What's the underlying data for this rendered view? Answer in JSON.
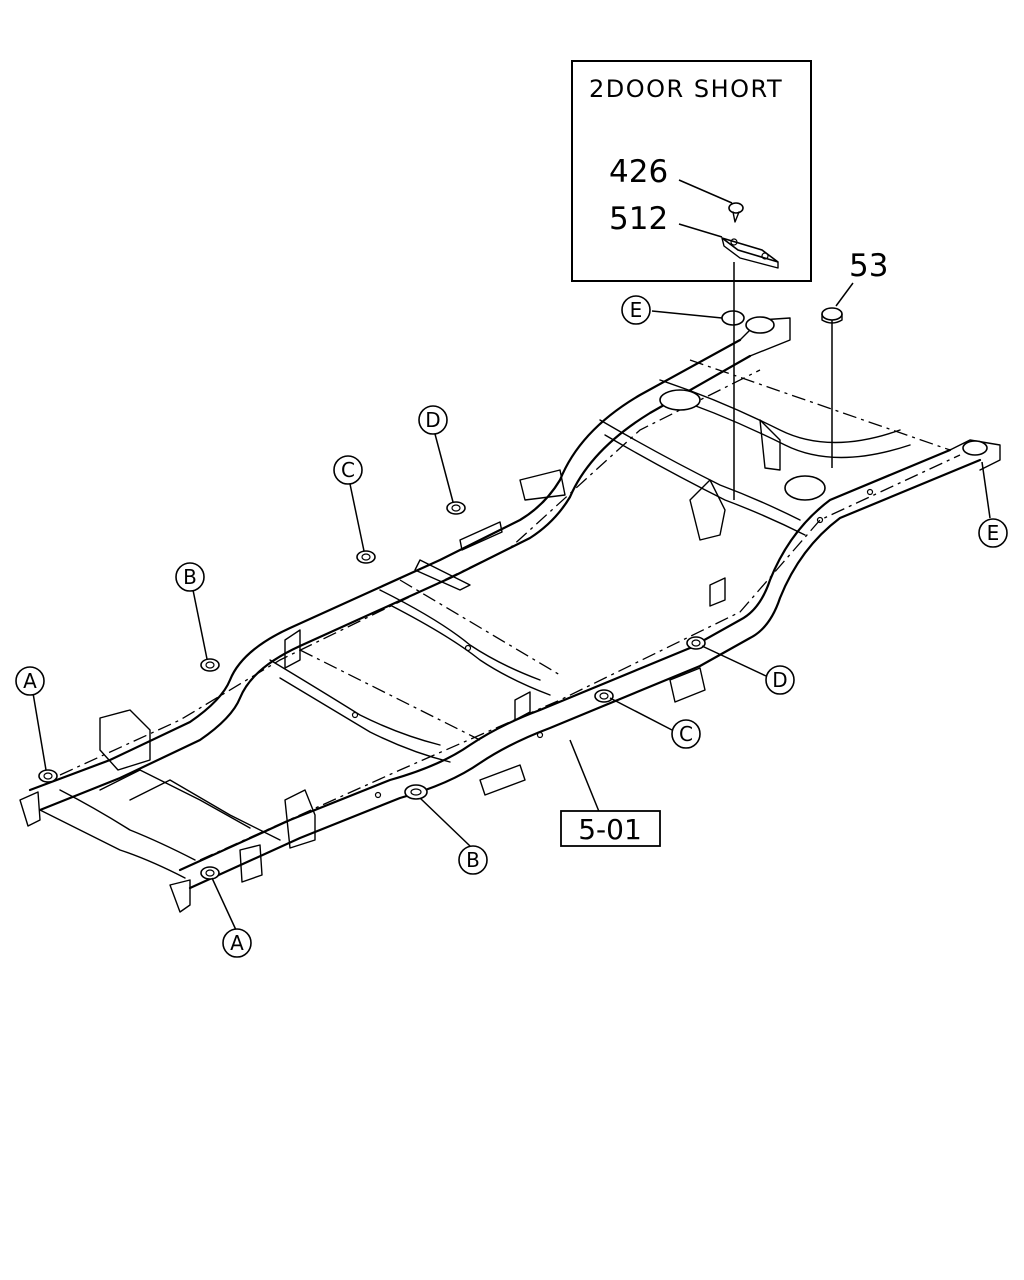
{
  "inset": {
    "title": "2DOOR SHORT",
    "parts": [
      {
        "number": "426"
      },
      {
        "number": "512"
      }
    ]
  },
  "callouts": {
    "part_53": "53",
    "ref_box": "5-01"
  },
  "mount_labels": {
    "a_front_left": "A",
    "a_front_right": "A",
    "b_left": "B",
    "b_right": "B",
    "c_left": "C",
    "c_right": "C",
    "d_left": "D",
    "d_right": "D",
    "e_top": "E",
    "e_rear": "E"
  }
}
